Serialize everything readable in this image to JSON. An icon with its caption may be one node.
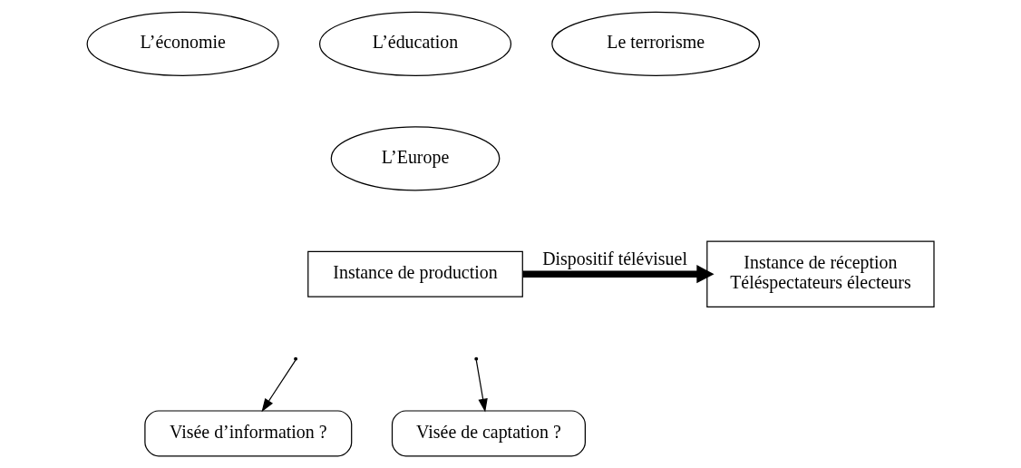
{
  "diagram": {
    "nodes": [
      {
        "text": [
          "L’économie"
        ]
      },
      {
        "text": [
          "L’éducation"
        ]
      },
      {
        "text": [
          "Le terrorisme"
        ]
      },
      {
        "text": [
          "L’Europe"
        ]
      },
      {
        "text": [
          "Instance de production"
        ]
      },
      {
        "text": [
          "Instance de réception",
          "Téléspectateurs électeurs"
        ]
      },
      {
        "text": [
          "Visée d’information ?"
        ]
      },
      {
        "text": [
          "Visée de captation ?"
        ]
      }
    ],
    "edges": [
      {
        "from": 4,
        "to": 5,
        "arrow": "to",
        "label": "Dispositif télévisuel",
        "style": "thick"
      },
      {
        "from": null,
        "to": 6,
        "arrow": "to"
      },
      {
        "from": null,
        "to": 7,
        "arrow": "to"
      }
    ]
  }
}
